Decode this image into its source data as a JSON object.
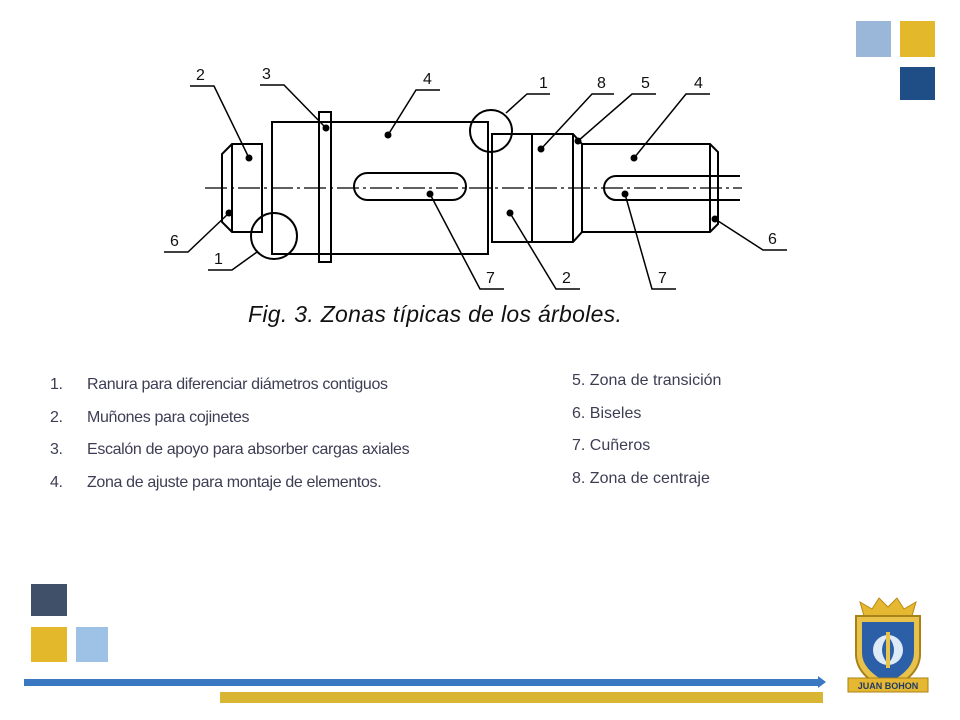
{
  "figure": {
    "caption": "Fig. 3. Zonas típicas de los árboles.",
    "leader_labels": [
      "2",
      "3",
      "4",
      "1",
      "8",
      "5",
      "4",
      "6",
      "1",
      "7",
      "2",
      "7",
      "6"
    ]
  },
  "legend_left": [
    {
      "num": "1.",
      "text": "Ranura para diferenciar diámetros contiguos"
    },
    {
      "num": "2.",
      "text": "Muñones para cojinetes"
    },
    {
      "num": "3.",
      "text": "Escalón de apoyo para absorber cargas axiales"
    },
    {
      "num": "4.",
      "text": "Zona de ajuste para montaje de elementos."
    }
  ],
  "legend_right": [
    "5. Zona de transición",
    "6. Biseles",
    "7. Cuñeros",
    "8. Zona de centraje"
  ],
  "logo": {
    "text": "JUAN BOHON"
  },
  "colors": {
    "light_blue": "#9ab6d9",
    "gold": "#e3b82a",
    "navy": "#1f4e86",
    "slate": "#3f5068",
    "bar_blue": "#3b78c2",
    "bar_gold": "#d8b533"
  }
}
